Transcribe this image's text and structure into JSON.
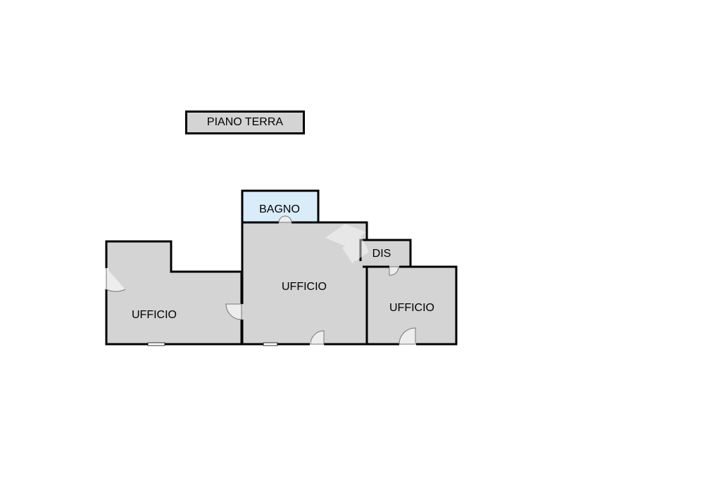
{
  "floor_label": "PIANO TERRA",
  "rooms": [
    {
      "id": "ufficio-left",
      "label": "UFFICIO"
    },
    {
      "id": "bagno",
      "label": "BAGNO"
    },
    {
      "id": "ufficio-center",
      "label": "UFFICIO"
    },
    {
      "id": "dis",
      "label": "DIS"
    },
    {
      "id": "ufficio-right",
      "label": "UFFICIO"
    }
  ],
  "colors": {
    "room_fill": "#d4d4d4",
    "bagno_fill": "#d9ecfa",
    "wall": "#000000",
    "background": "#ffffff",
    "door": "#ededed"
  }
}
